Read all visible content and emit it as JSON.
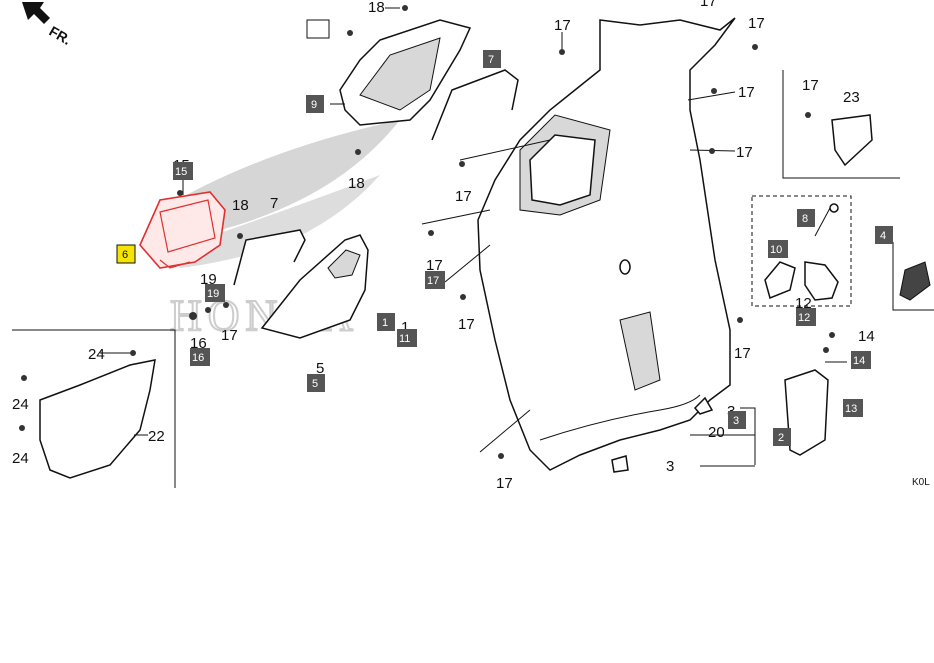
{
  "direction_label": "FR.",
  "diagram_code": "K0L",
  "colors": {
    "highlight": "#e03030",
    "box_fill": "#555555",
    "highlight_box": "#f4e400",
    "logo_gray": "#c8c8c8"
  },
  "labels": {
    "n18a": "18",
    "n17a": "17",
    "n17b": "17",
    "n17c": "17",
    "n17d": "17",
    "n23": "23",
    "n17e": "17",
    "n18b": "18",
    "n17f": "17",
    "n7": "7",
    "n18c": "18",
    "n15": "15",
    "n17g": "17",
    "n17h": "17",
    "n19": "19",
    "n16": "16",
    "n17i": "17",
    "n5": "5",
    "n12": "12",
    "n14": "14",
    "n17j": "17",
    "n24a": "24",
    "n24b": "24",
    "n24c": "24",
    "n22": "22",
    "n3a": "3",
    "n20": "20",
    "n3b": "3",
    "n17k": "17",
    "n17l": "17",
    "n1": "1"
  },
  "boxes": {
    "b9": "9",
    "b7": "7",
    "b15": "15",
    "b6": "6",
    "b19": "19",
    "b16": "16",
    "b5": "5",
    "b1": "1",
    "b11": "11",
    "b17": "17",
    "b8": "8",
    "b10": "10",
    "b4": "4",
    "b12": "12",
    "b14": "14",
    "b13": "13",
    "b3": "3",
    "b2": "2"
  }
}
